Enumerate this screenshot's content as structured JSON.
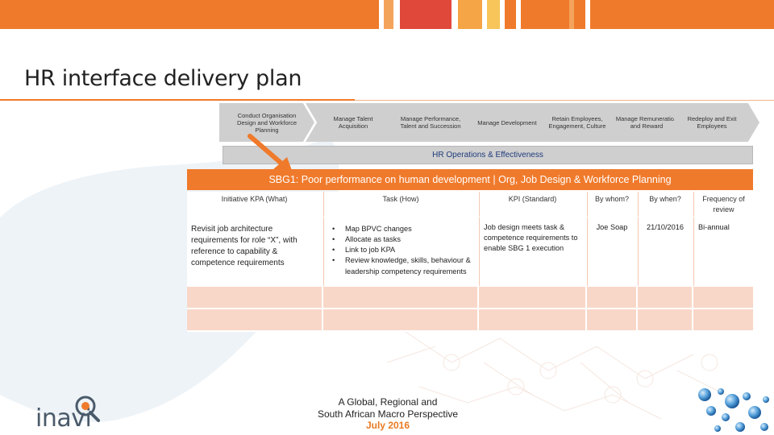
{
  "colors": {
    "accent": "#f07a2b",
    "ops_text": "#1f3a7a",
    "chevron": "#cfcfcf",
    "row_tint": "#f8d7c8",
    "date_orange": "#e87a22"
  },
  "header": {
    "title": "HR interface delivery plan"
  },
  "chevrons": [
    {
      "label": "Conduct Organisation Design and Workforce Planning"
    },
    {
      "label": "Manage Talent Acquisition"
    },
    {
      "label": "Manage Performance, Talent and Succession"
    },
    {
      "label": "Manage Development"
    },
    {
      "label": "Retain Employees, Engagement, Culture"
    },
    {
      "label": "Manage Remuneration and Reward"
    },
    {
      "label": "Redeploy and Exit Employees"
    }
  ],
  "ops_bar": {
    "label": "HR Operations & Effectiveness"
  },
  "table": {
    "title": "SBG1: Poor performance on human development | Org, Job Design & Workforce Planning",
    "columns": [
      "Initiative KPA (What)",
      "Task (How)",
      "KPI (Standard)",
      "By whom?",
      "By when?",
      "Frequency of review"
    ],
    "row": {
      "initiative": "Revisit job architecture requirements for role “X”, with reference to capability & competence requirements",
      "tasks": [
        "Map BPVC changes",
        "Allocate as tasks",
        "Link to job KPA",
        "Review knowledge, skills, behaviour & leadership competency requirements"
      ],
      "kpi": "Job design meets task & competence requirements to enable SBG 1 execution",
      "by_whom": "Joe Soap",
      "by_when": "21/10/2016",
      "frequency": "Bi-annual"
    }
  },
  "footer": {
    "line1": "A Global, Regional and",
    "line2": "South African Macro Perspective",
    "date": "July 2016",
    "logo_text": "inavi"
  }
}
